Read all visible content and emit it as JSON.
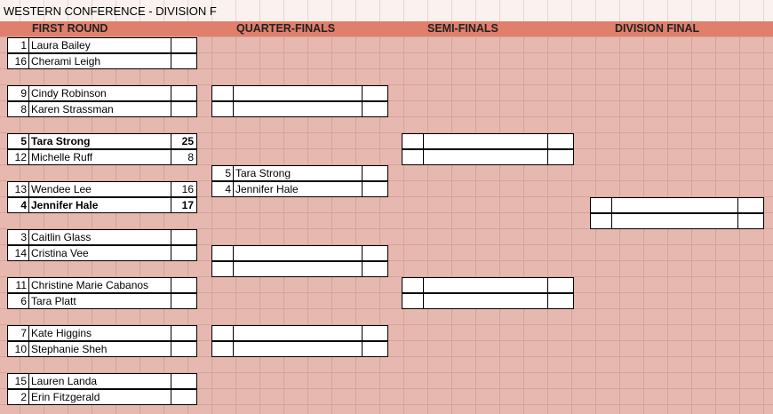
{
  "title": "WESTERN CONFERENCE - DIVISION F",
  "rounds": {
    "first": "FIRST ROUND",
    "quarter": "QUARTER-FINALS",
    "semi": "SEMI-FINALS",
    "final": "DIVISION FINAL"
  },
  "first_round": [
    {
      "seed": "1",
      "name": "Laura Bailey",
      "score": "",
      "win": false
    },
    {
      "seed": "16",
      "name": "Cherami Leigh",
      "score": "",
      "win": false
    },
    {
      "seed": "9",
      "name": "Cindy Robinson",
      "score": "",
      "win": false
    },
    {
      "seed": "8",
      "name": "Karen Strassman",
      "score": "",
      "win": false
    },
    {
      "seed": "5",
      "name": "Tara Strong",
      "score": "25",
      "win": true
    },
    {
      "seed": "12",
      "name": "Michelle Ruff",
      "score": "8",
      "win": false
    },
    {
      "seed": "13",
      "name": "Wendee Lee",
      "score": "16",
      "win": false
    },
    {
      "seed": "4",
      "name": "Jennifer Hale",
      "score": "17",
      "win": true
    },
    {
      "seed": "3",
      "name": "Caitlin Glass",
      "score": "",
      "win": false
    },
    {
      "seed": "14",
      "name": "Cristina Vee",
      "score": "",
      "win": false
    },
    {
      "seed": "11",
      "name": "Christine Marie Cabanos",
      "score": "",
      "win": false
    },
    {
      "seed": "6",
      "name": "Tara Platt",
      "score": "",
      "win": false
    },
    {
      "seed": "7",
      "name": "Kate Higgins",
      "score": "",
      "win": false
    },
    {
      "seed": "10",
      "name": "Stephanie Sheh",
      "score": "",
      "win": false
    },
    {
      "seed": "15",
      "name": "Lauren Landa",
      "score": "",
      "win": false
    },
    {
      "seed": "2",
      "name": "Erin Fitzgerald",
      "score": "",
      "win": false
    }
  ],
  "quarter_finals": [
    {
      "seed": "",
      "name": "",
      "score": ""
    },
    {
      "seed": "",
      "name": "",
      "score": ""
    },
    {
      "seed": "5",
      "name": "Tara Strong",
      "score": ""
    },
    {
      "seed": "4",
      "name": "Jennifer Hale",
      "score": ""
    },
    {
      "seed": "",
      "name": "",
      "score": ""
    },
    {
      "seed": "",
      "name": "",
      "score": ""
    },
    {
      "seed": "",
      "name": "",
      "score": ""
    },
    {
      "seed": "",
      "name": "",
      "score": ""
    }
  ],
  "semi_finals": [
    {
      "seed": "",
      "name": "",
      "score": ""
    },
    {
      "seed": "",
      "name": "",
      "score": ""
    },
    {
      "seed": "",
      "name": "",
      "score": ""
    },
    {
      "seed": "",
      "name": "",
      "score": ""
    }
  ],
  "division_final": [
    {
      "seed": "",
      "name": "",
      "score": ""
    },
    {
      "seed": "",
      "name": "",
      "score": ""
    }
  ]
}
